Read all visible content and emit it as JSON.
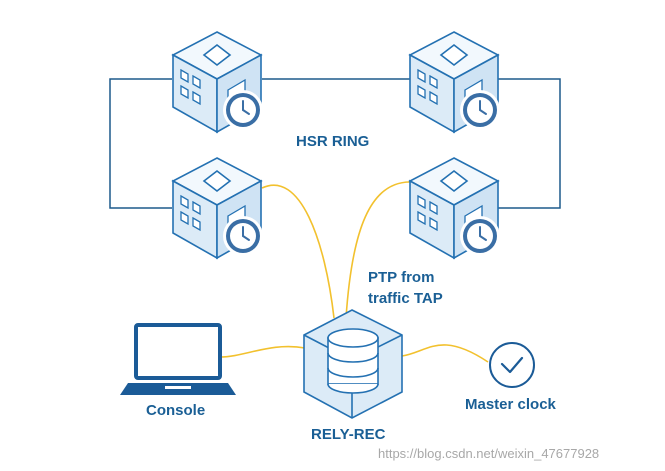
{
  "labels": {
    "ring": "HSR RING",
    "ptp_line1": "PTP from",
    "ptp_line2": "traffic TAP",
    "console": "Console",
    "recorder": "RELY-REC",
    "master": "Master clock"
  },
  "watermark": "https://blog.csdn.net/weixin_47677928",
  "colors": {
    "label": "#1a5f95",
    "ring_line": "#1d5a8c",
    "ptp_line": "#f2c12e",
    "icon_fill": "#dcebf7",
    "icon_stroke": "#2471b2",
    "clock_fill": "#3a6ea5",
    "laptop": "#1b5b97"
  },
  "icons": {
    "nodes": "building-clock-icon",
    "console": "laptop-icon",
    "recorder": "database-cube-icon",
    "master": "check-clock-icon"
  }
}
